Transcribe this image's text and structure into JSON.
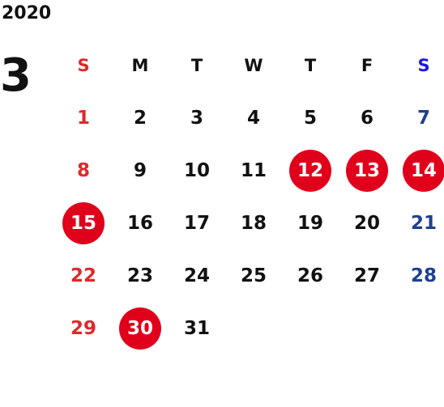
{
  "calendar": {
    "year": "2020",
    "month": "3",
    "weekdays": [
      "S",
      "M",
      "T",
      "W",
      "T",
      "F",
      "S"
    ],
    "weeks": [
      [
        "1",
        "2",
        "3",
        "4",
        "5",
        "6",
        "7"
      ],
      [
        "8",
        "9",
        "10",
        "11",
        "12",
        "13",
        "14"
      ],
      [
        "15",
        "16",
        "17",
        "18",
        "19",
        "20",
        "21"
      ],
      [
        "22",
        "23",
        "24",
        "25",
        "26",
        "27",
        "28"
      ],
      [
        "29",
        "30",
        "31",
        "",
        "",
        "",
        ""
      ]
    ],
    "highlighted_days": [
      "12",
      "13",
      "14",
      "15",
      "30"
    ],
    "colors": {
      "sunday": "#e0282b",
      "saturday_header": "#1a1adb",
      "saturday": "#1f3f8f",
      "weekday": "#111111",
      "highlight": "#e0001b"
    }
  }
}
